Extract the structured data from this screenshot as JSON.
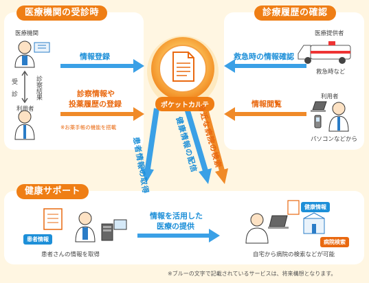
{
  "panels": {
    "clinic_visit": "医療機関の受診時",
    "history_check": "診療履歴の確認",
    "health_support": "健康サポート"
  },
  "center": {
    "label": "ポケットカルテ"
  },
  "clinic": {
    "facility_label": "医療機関",
    "user_label": "利用者",
    "visit_label": "受　診",
    "result_label": "診察結果",
    "arrow_register": "情報登録",
    "arrow_records_line1": "診察情報や",
    "arrow_records_line2": "投薬履歴の登録",
    "note": "※お薬手帳の機能を搭載"
  },
  "history": {
    "provider_label": "医療提供者",
    "emergency_label": "救急時など",
    "arrow_emergency": "救急時の情報確認",
    "user_label": "利用者",
    "arrow_browse": "情報閲覧",
    "device_label": "パソコンなどから"
  },
  "diagonal": {
    "patient_info": "患者情報の取得",
    "health_info": "健康情報の配信",
    "nearby_hospital": "身近な病院の検索"
  },
  "support": {
    "patient_badge": "患者情報",
    "patient_caption": "患者さんの情報を取得",
    "arrow_line1": "情報を活用した",
    "arrow_line2": "医療の提供",
    "health_badge": "健康情報",
    "hospital_badge": "病院検索",
    "home_caption": "自宅から病院の検索などが可能"
  },
  "footnote": "※ブルーの文字で記載されているサービスは、将来構想となります。",
  "colors": {
    "background": "#fff6e2",
    "orange": "#ef7e15",
    "blue": "#1d8fd8",
    "doc_blue": "#2a7cc7"
  },
  "icons": [
    "document-icon",
    "doctor-icon",
    "patient-icon",
    "ambulance-icon",
    "phone-icon",
    "laptop-icon",
    "server-icon",
    "hospital-icon"
  ]
}
